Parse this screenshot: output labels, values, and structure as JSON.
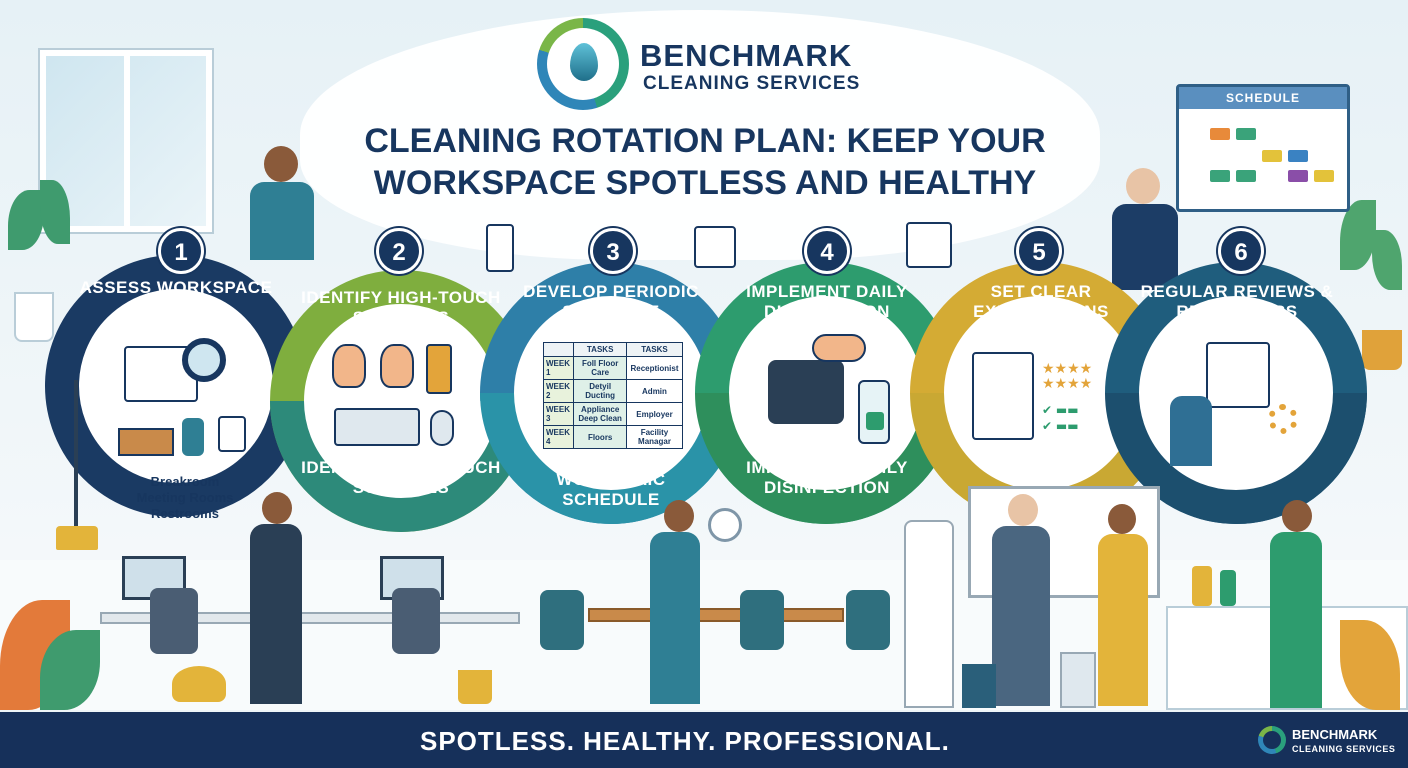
{
  "brand": {
    "name_line1": "BENCHMARK",
    "name_line2": "CLEANING SERVICES",
    "colors": {
      "navy": "#17365f",
      "green": "#7fae3e",
      "teal": "#2e7fa8",
      "emerald": "#2d9c6e",
      "gold": "#d4ab34",
      "blue": "#1f5d7d"
    }
  },
  "title": "CLEANING ROTATION PLAN: KEEP YOUR WORKSPACE SPOTLESS AND HEALTHY",
  "steps": [
    {
      "number": "1",
      "top_label": "ASSESS WORKSPACE ZONES",
      "bottom_label": "",
      "icon": "floorplan-magnifier-icon"
    },
    {
      "number": "2",
      "top_label": "IDENTIFY HIGH-TOUCH SURFACES",
      "bottom_label": "IDENTIFY HIGH-TOUCH SURFACES",
      "icon": "hands-keyboard-icon"
    },
    {
      "number": "3",
      "top_label": "DEVELOP PERIODIC SCHEDULE",
      "bottom_label": "WORKSPAIC SCHEDULE",
      "icon": "schedule-table-icon"
    },
    {
      "number": "4",
      "top_label": "IMPLEMENT DAILY DISINFECTION",
      "bottom_label": "IMPLEMENT DAILY DISINFECTION",
      "icon": "phone-spray-icon"
    },
    {
      "number": "5",
      "top_label": "SET CLEAR EXPECTATIONS",
      "bottom_label": "",
      "icon": "clipboard-stars-icon"
    },
    {
      "number": "6",
      "top_label": "REGULAR REVIEWS & REFRESHERS",
      "bottom_label": "",
      "icon": "calendar-review-icon"
    }
  ],
  "zones": [
    "Breakroom",
    "Meeting Rooms",
    "Restrooms"
  ],
  "schedule_table": {
    "headers": [
      "",
      "TASKS",
      "TASKS"
    ],
    "rows": [
      {
        "week": "WEEK 1",
        "task": "Foll Floor Care",
        "role": "Receptionist"
      },
      {
        "week": "WEEK 2",
        "task": "Detyil Ducting",
        "role": "Admin"
      },
      {
        "week": "WEEK 3",
        "task": "Appliance Deep Clean",
        "role": "Employer"
      },
      {
        "week": "WEEK 4",
        "task": "Floors",
        "role": "Facility Managar"
      }
    ]
  },
  "board": {
    "label": "SCHEDULE"
  },
  "footer": {
    "slogan": "SPOTLESS. HEALTHY. PROFESSIONAL.",
    "brand_line1": "BENCHMARK",
    "brand_line2": "CLEANING SERVICES"
  }
}
